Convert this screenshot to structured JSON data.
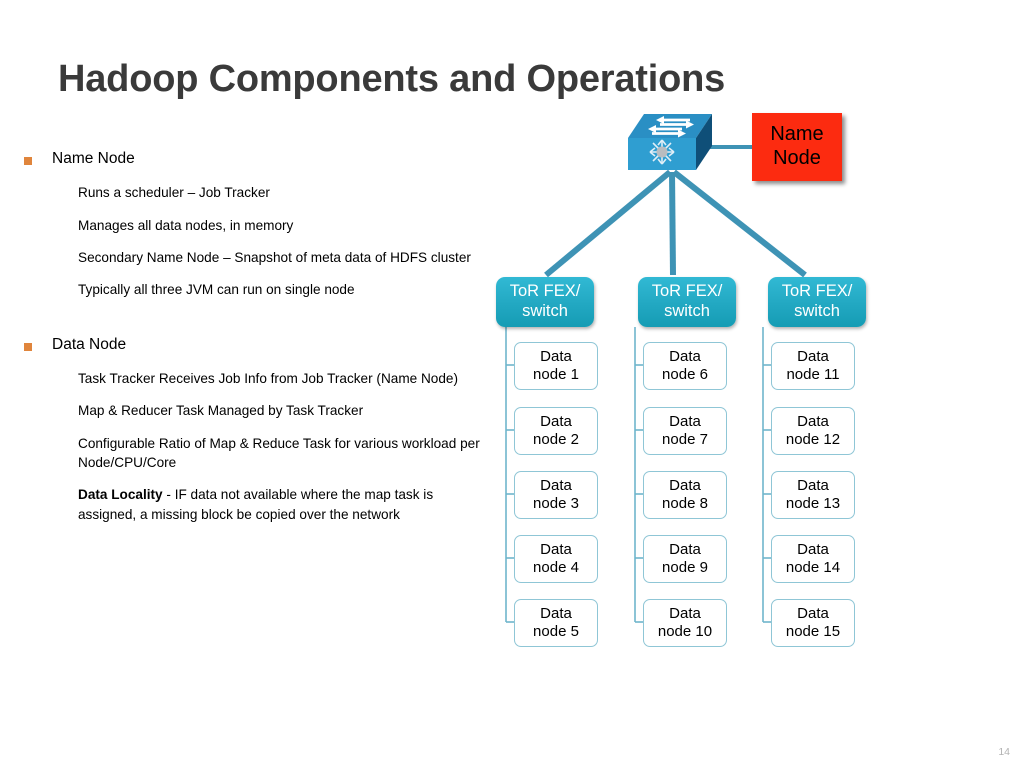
{
  "slide": {
    "title": "Hadoop Components and Operations",
    "page_number": "14"
  },
  "colors": {
    "title": "#3a3a3a",
    "bullet_marker": "#e0853c",
    "tor_box": "#22a8c2",
    "name_node_box": "#fc2b10",
    "connector_line": "#3e93b5",
    "data_node_border": "#8fc6d6",
    "page_number": "#b3b3b3"
  },
  "left_content": {
    "sections": [
      {
        "heading": "Name Node",
        "points": [
          "Runs a scheduler – Job Tracker",
          "Manages all data nodes, in memory",
          "Secondary Name Node – Snapshot of meta data of HDFS cluster",
          "Typically all three JVM can run on single node"
        ]
      },
      {
        "heading": "Data Node",
        "points": [
          "Task Tracker Receives Job Info from Job Tracker (Name Node)",
          "Map & Reducer Task Managed by Task Tracker",
          "Configurable Ratio of Map & Reduce Task for various workload per Node/CPU/Core"
        ],
        "last_point": {
          "bold_prefix": "Data Locality",
          "rest": " - IF data not available where the map task is assigned, a missing block be copied over the network"
        }
      }
    ]
  },
  "diagram": {
    "name_node": {
      "line1": "Name",
      "line2": "Node"
    },
    "switch_icon": "network-switch-icon",
    "tor_switches": [
      {
        "line1": "ToR FEX/",
        "line2": "switch"
      },
      {
        "line1": "ToR FEX/",
        "line2": "switch"
      },
      {
        "line1": "ToR FEX/",
        "line2": "switch"
      }
    ],
    "data_nodes": [
      [
        {
          "line1": "Data",
          "line2": "node 1"
        },
        {
          "line1": "Data",
          "line2": "node 2"
        },
        {
          "line1": "Data",
          "line2": "node 3"
        },
        {
          "line1": "Data",
          "line2": "node 4"
        },
        {
          "line1": "Data",
          "line2": "node 5"
        }
      ],
      [
        {
          "line1": "Data",
          "line2": "node 6"
        },
        {
          "line1": "Data",
          "line2": "node 7"
        },
        {
          "line1": "Data",
          "line2": "node 8"
        },
        {
          "line1": "Data",
          "line2": "node 9"
        },
        {
          "line1": "Data",
          "line2": "node 10"
        }
      ],
      [
        {
          "line1": "Data",
          "line2": "node 11"
        },
        {
          "line1": "Data",
          "line2": "node 12"
        },
        {
          "line1": "Data",
          "line2": "node 13"
        },
        {
          "line1": "Data",
          "line2": "node 14"
        },
        {
          "line1": "Data",
          "line2": "node 15"
        }
      ]
    ]
  }
}
